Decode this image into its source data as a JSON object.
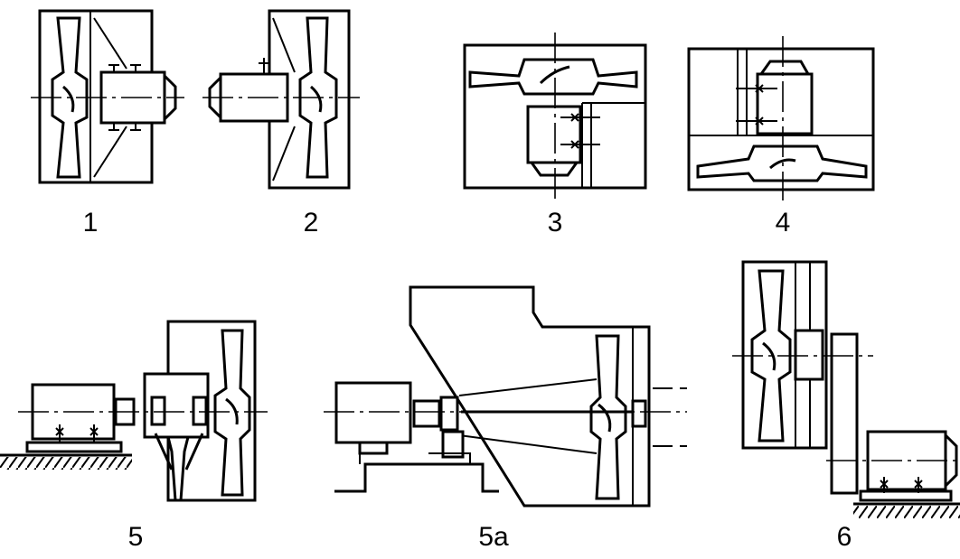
{
  "figure": {
    "labels": {
      "d1": "1",
      "d2": "2",
      "d3": "3",
      "d4": "4",
      "d5": "5",
      "d5a": "5a",
      "d6": "6"
    },
    "colors": {
      "line": "#000000",
      "background": "#ffffff"
    }
  }
}
